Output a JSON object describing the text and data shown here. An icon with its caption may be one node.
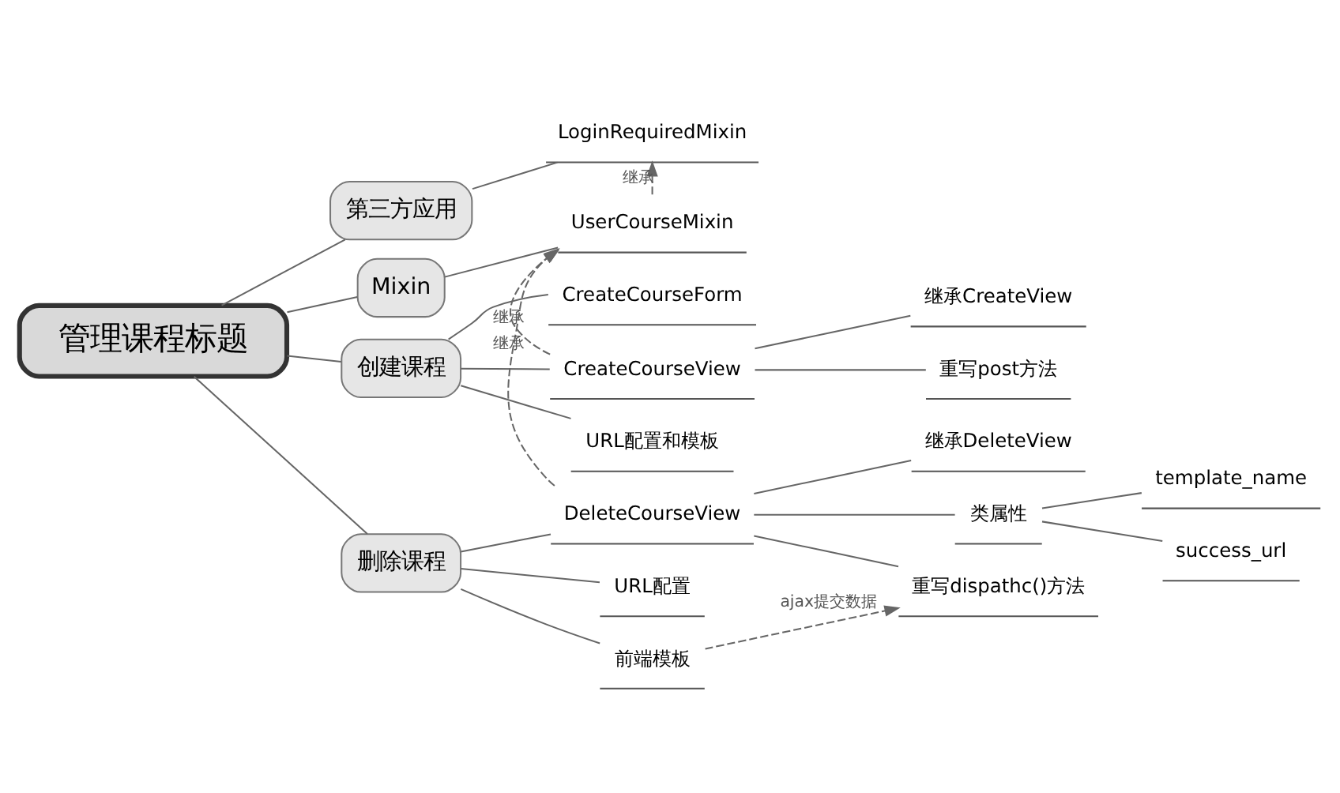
{
  "diagram": {
    "nodes": [
      {
        "text": [
          "管理课程标题"
        ]
      },
      {
        "text": [
          "第三方应用"
        ]
      },
      {
        "text": [
          "LoginRequiredMixin"
        ]
      },
      {
        "text": [
          "Mixin"
        ]
      },
      {
        "text": [
          "UserCourseMixin"
        ]
      },
      {
        "text": [
          "创建课程"
        ]
      },
      {
        "text": [
          "CreateCourseForm"
        ]
      },
      {
        "text": [
          "CreateCourseView"
        ]
      },
      {
        "text": [
          "继承CreateView"
        ]
      },
      {
        "text": [
          "重写post方法"
        ]
      },
      {
        "text": [
          "URL配置和模板"
        ]
      },
      {
        "text": [
          "删除课程"
        ]
      },
      {
        "text": [
          "DeleteCourseView"
        ]
      },
      {
        "text": [
          "继承DeleteView"
        ]
      },
      {
        "text": [
          "类属性"
        ]
      },
      {
        "text": [
          "template_name"
        ]
      },
      {
        "text": [
          "success_url"
        ]
      },
      {
        "text": [
          "重写dispathc()方法"
        ]
      },
      {
        "text": [
          "URL配置"
        ]
      },
      {
        "text": [
          "前端模板"
        ]
      }
    ],
    "edges": [
      {
        "from": 0,
        "to": 1,
        "arrow": "none"
      },
      {
        "from": 1,
        "to": 2,
        "arrow": "none"
      },
      {
        "from": 0,
        "to": 3,
        "arrow": "none"
      },
      {
        "from": 3,
        "to": 4,
        "arrow": "none"
      },
      {
        "from": 0,
        "to": 5,
        "arrow": "none"
      },
      {
        "from": 5,
        "to": 6,
        "arrow": "none"
      },
      {
        "from": 5,
        "to": 7,
        "arrow": "none"
      },
      {
        "from": 7,
        "to": 8,
        "arrow": "none"
      },
      {
        "from": 7,
        "to": 9,
        "arrow": "none"
      },
      {
        "from": 5,
        "to": 10,
        "arrow": "none"
      },
      {
        "from": 0,
        "to": 11,
        "arrow": "none"
      },
      {
        "from": 11,
        "to": 12,
        "arrow": "none"
      },
      {
        "from": 12,
        "to": 13,
        "arrow": "none"
      },
      {
        "from": 12,
        "to": 14,
        "arrow": "none"
      },
      {
        "from": 14,
        "to": 15,
        "arrow": "none"
      },
      {
        "from": 14,
        "to": 16,
        "arrow": "none"
      },
      {
        "from": 12,
        "to": 17,
        "arrow": "none"
      },
      {
        "from": 11,
        "to": 18,
        "arrow": "none"
      },
      {
        "from": 11,
        "to": 19,
        "arrow": "none"
      },
      {
        "from": 4,
        "to": 2,
        "arrow": "to",
        "style": "dashed",
        "label": "继承"
      },
      {
        "from": 7,
        "to": 4,
        "arrow": "to",
        "style": "dashed",
        "label": "继承"
      },
      {
        "from": 12,
        "to": 4,
        "arrow": "to",
        "style": "dashed",
        "label": "继承"
      },
      {
        "from": 19,
        "to": 17,
        "arrow": "to",
        "style": "dashed",
        "label": "ajax提交数据"
      }
    ]
  }
}
